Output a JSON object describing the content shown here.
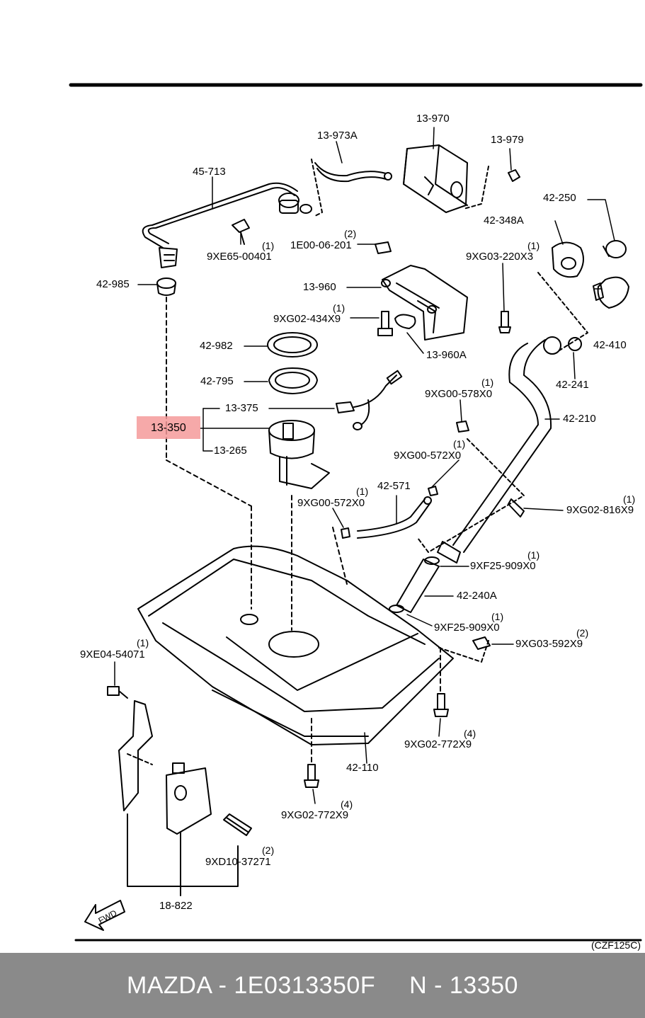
{
  "diagram_code": "(CZF125C)",
  "highlight_label": "13-350",
  "footer": {
    "brand_part": "MAZDA - 1E0313350F",
    "ref": "N - 13350"
  },
  "parts": [
    {
      "num": "13-970",
      "qty": ""
    },
    {
      "num": "13-973A",
      "qty": ""
    },
    {
      "num": "13-979",
      "qty": ""
    },
    {
      "num": "45-713",
      "qty": ""
    },
    {
      "num": "42-250",
      "qty": ""
    },
    {
      "num": "42-348A",
      "qty": ""
    },
    {
      "num": "9XG03-220X3",
      "qty": "(1)"
    },
    {
      "num": "9XE65-00401",
      "qty": "(1)"
    },
    {
      "num": "1E00-06-201",
      "qty": "(2)"
    },
    {
      "num": "42-985",
      "qty": ""
    },
    {
      "num": "13-960",
      "qty": ""
    },
    {
      "num": "9XG02-434X9",
      "qty": "(1)"
    },
    {
      "num": "42-410",
      "qty": ""
    },
    {
      "num": "42-982",
      "qty": ""
    },
    {
      "num": "13-960A",
      "qty": ""
    },
    {
      "num": "42-241",
      "qty": ""
    },
    {
      "num": "42-795",
      "qty": ""
    },
    {
      "num": "9XG00-578X0",
      "qty": "(1)"
    },
    {
      "num": "13-375",
      "qty": ""
    },
    {
      "num": "42-210",
      "qty": ""
    },
    {
      "num": "13-265",
      "qty": ""
    },
    {
      "num": "9XG00-572X0",
      "qty": "(1)"
    },
    {
      "num": "42-571",
      "qty": ""
    },
    {
      "num": "9XG00-572X0",
      "qty": "(1)"
    },
    {
      "num": "9XG02-816X9",
      "qty": "(1)"
    },
    {
      "num": "9XF25-909X0",
      "qty": "(1)"
    },
    {
      "num": "42-240A",
      "qty": ""
    },
    {
      "num": "9XF25-909X0",
      "qty": "(1)"
    },
    {
      "num": "9XG03-592X9",
      "qty": "(2)"
    },
    {
      "num": "9XE04-54071",
      "qty": "(1)"
    },
    {
      "num": "9XG02-772X9",
      "qty": "(4)"
    },
    {
      "num": "42-110",
      "qty": ""
    },
    {
      "num": "9XG02-772X9",
      "qty": "(4)"
    },
    {
      "num": "9XD10-37271",
      "qty": "(2)"
    },
    {
      "num": "18-822",
      "qty": ""
    }
  ],
  "fwd_label": "FWD"
}
